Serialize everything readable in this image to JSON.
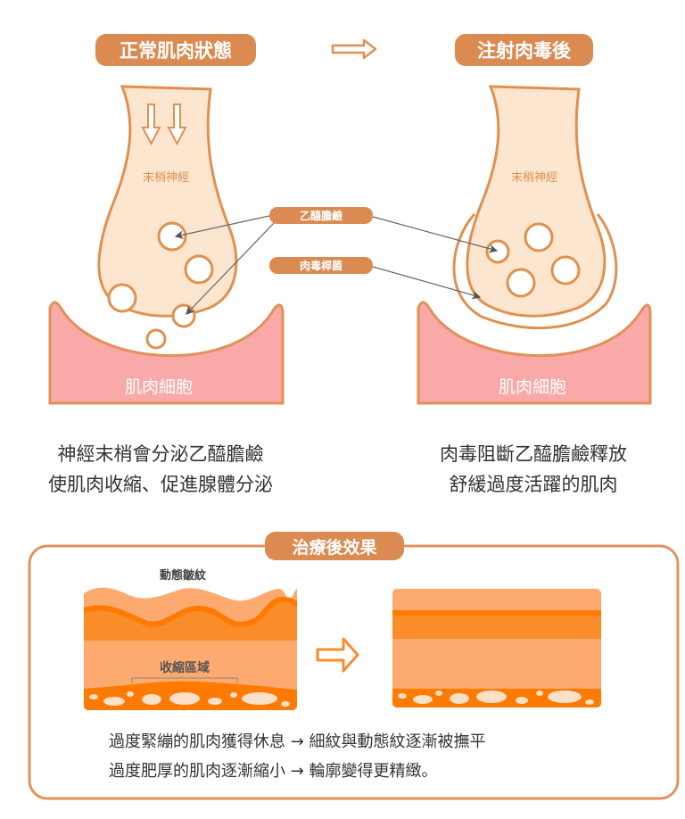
{
  "header": {
    "left_title": "正常肌肉狀態",
    "right_title": "注射肉毒後",
    "transition_icon": "hollow-arrow-right-icon"
  },
  "left_panel": {
    "nerve_label": "末梢神經",
    "muscle_label": "肌肉細胞",
    "caption_lines": [
      "神經末梢會分泌乙醯膽鹼",
      "使肌肉收縮、促進腺體分泌"
    ]
  },
  "right_panel": {
    "nerve_label": "末梢神經",
    "muscle_label": "肌肉細胞",
    "caption_lines": [
      "肉毒阻斷乙醯膽鹼釋放",
      "舒緩過度活躍的肌肉"
    ]
  },
  "callouts": {
    "acetylcholine": "乙醯膽鹼",
    "botulinum": "肉毒桿菌"
  },
  "effects": {
    "title": "治療後效果",
    "wrinkle_label": "動態皺紋",
    "contraction_label": "收縮區域",
    "lines": [
      "過度緊繃的肌肉獲得休息 → 細紋與動態紋逐漸被撫平",
      "過度肥厚的肌肉逐漸縮小 → 輪廓變得更精緻。"
    ]
  },
  "colors": {
    "accent": "#db8a52",
    "nerve_fill": "#fde6cf",
    "muscle_fill": "#f9a9a8",
    "skin_light": "#fcaa6f",
    "skin_mid": "#fb8c2a",
    "skin_dark": "#ff7a00"
  }
}
